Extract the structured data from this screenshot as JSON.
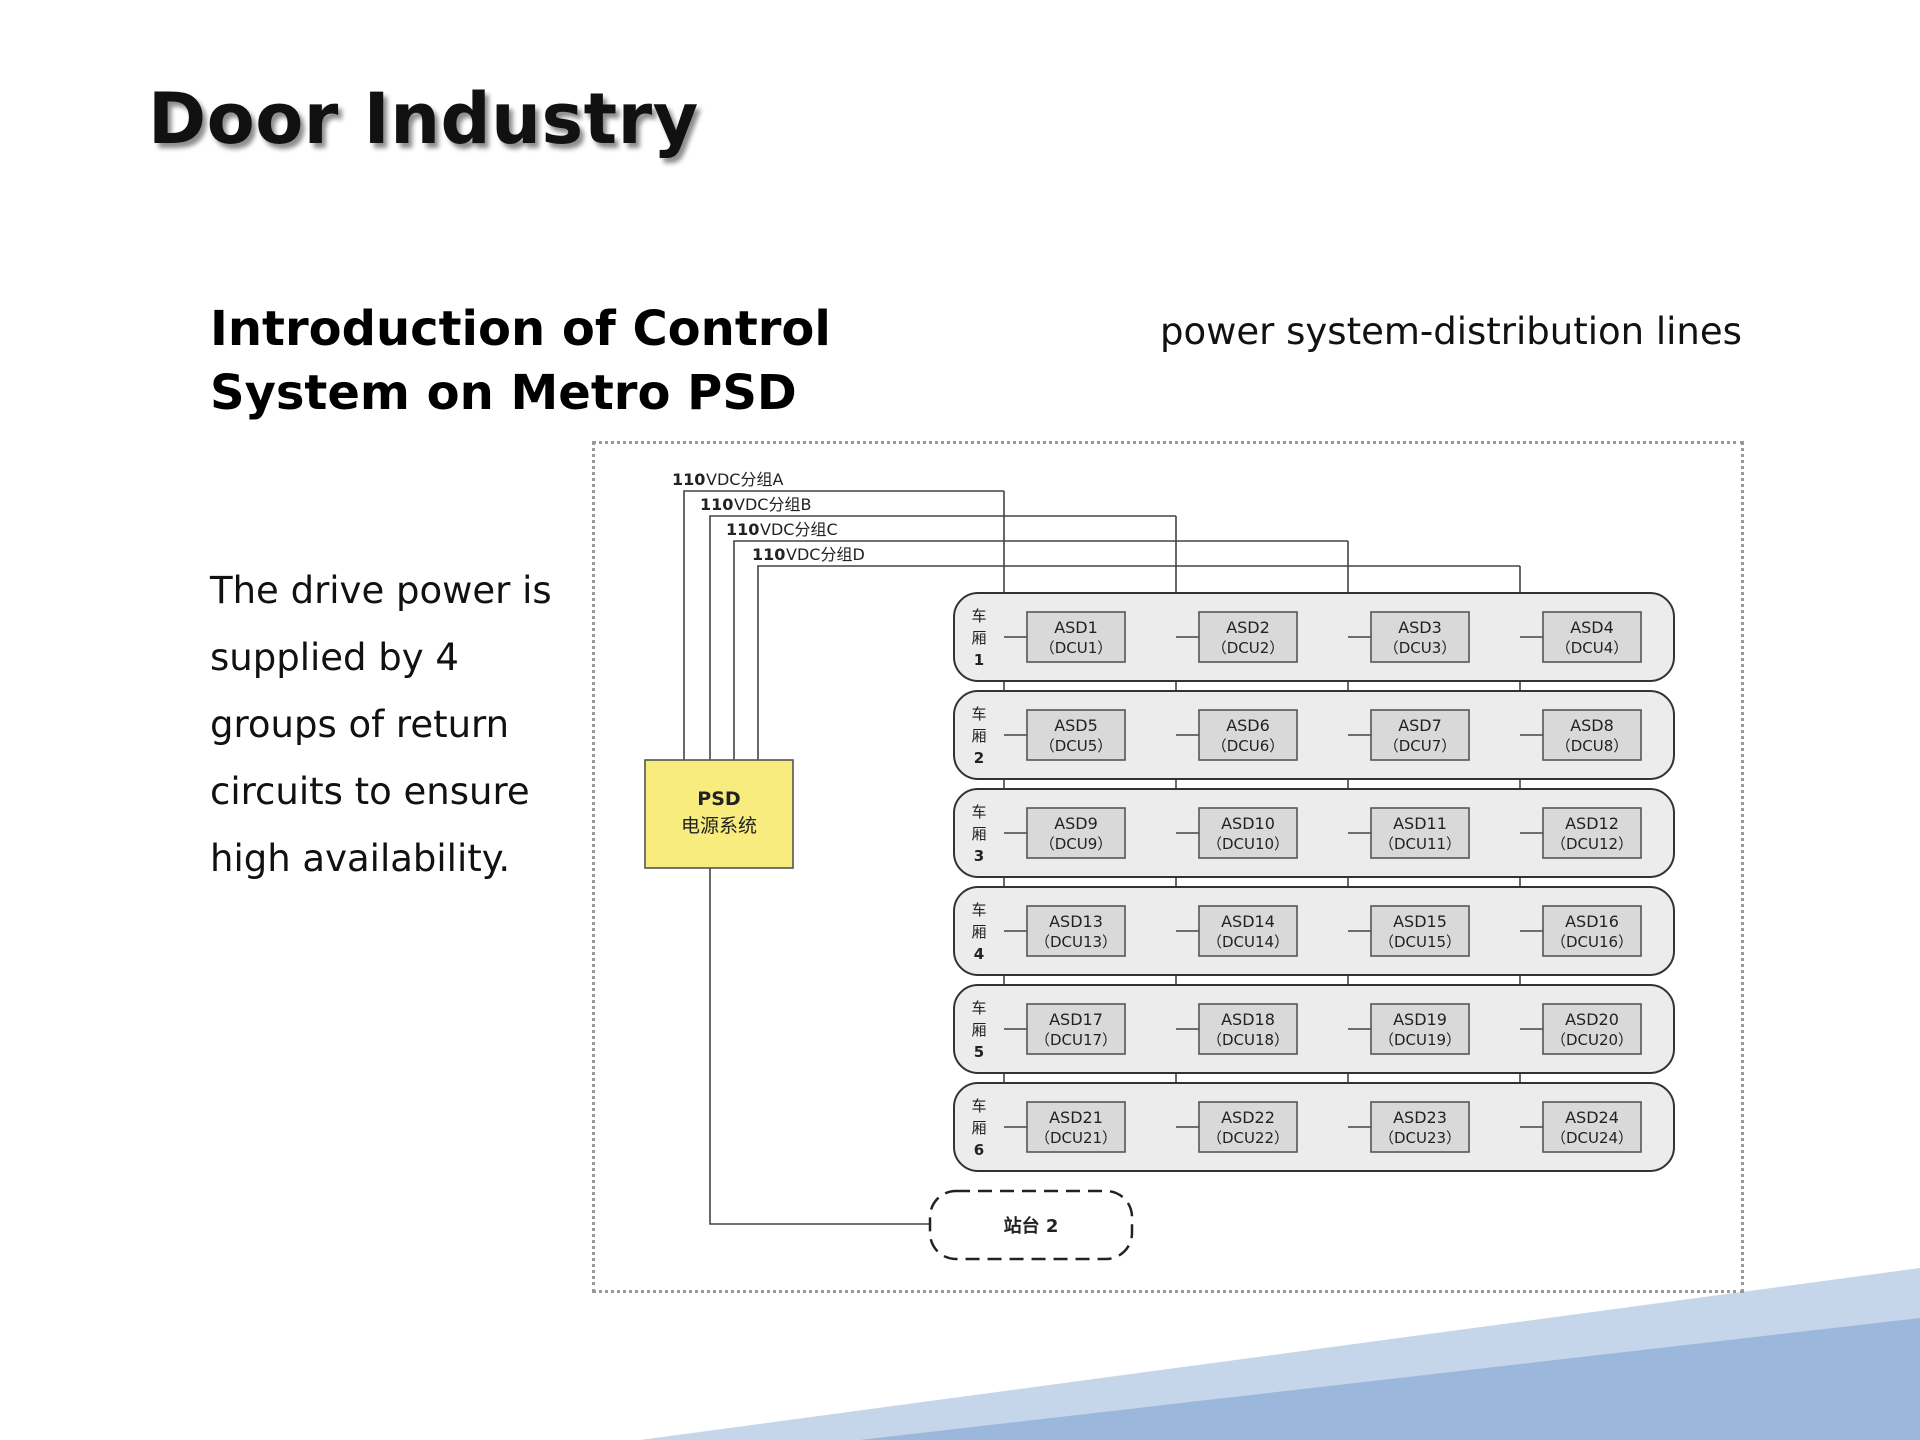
{
  "slide": {
    "title": "Door Industry",
    "subtitle": "Introduction of Control System on Metro PSD",
    "side_label": "power system-distribution lines",
    "description": "The drive power is supplied by 4 groups of return circuits to ensure high availability."
  },
  "diagram": {
    "feeds": [
      {
        "num": "110",
        "label": "VDC分组A"
      },
      {
        "num": "110",
        "label": "VDC分组B"
      },
      {
        "num": "110",
        "label": "VDC分组C"
      },
      {
        "num": "110",
        "label": "VDC分组D"
      }
    ],
    "psd_box": {
      "line1": "PSD",
      "line2": "电源系统"
    },
    "car_label_chars": [
      "车",
      "厢"
    ],
    "cars": [
      {
        "num": "1",
        "units": [
          [
            "ASD1",
            "（DCU1）"
          ],
          [
            "ASD2",
            "（DCU2）"
          ],
          [
            "ASD3",
            "（DCU3）"
          ],
          [
            "ASD4",
            "（DCU4）"
          ]
        ]
      },
      {
        "num": "2",
        "units": [
          [
            "ASD5",
            "（DCU5）"
          ],
          [
            "ASD6",
            "（DCU6）"
          ],
          [
            "ASD7",
            "（DCU7）"
          ],
          [
            "ASD8",
            "（DCU8）"
          ]
        ]
      },
      {
        "num": "3",
        "units": [
          [
            "ASD9",
            "（DCU9）"
          ],
          [
            "ASD10",
            "（DCU10）"
          ],
          [
            "ASD11",
            "（DCU11）"
          ],
          [
            "ASD12",
            "（DCU12）"
          ]
        ]
      },
      {
        "num": "4",
        "units": [
          [
            "ASD13",
            "（DCU13）"
          ],
          [
            "ASD14",
            "（DCU14）"
          ],
          [
            "ASD15",
            "（DCU15）"
          ],
          [
            "ASD16",
            "（DCU16）"
          ]
        ]
      },
      {
        "num": "5",
        "units": [
          [
            "ASD17",
            "（DCU17）"
          ],
          [
            "ASD18",
            "（DCU18）"
          ],
          [
            "ASD19",
            "（DCU19）"
          ],
          [
            "ASD20",
            "（DCU20）"
          ]
        ]
      },
      {
        "num": "6",
        "units": [
          [
            "ASD21",
            "（DCU21）"
          ],
          [
            "ASD22",
            "（DCU22）"
          ],
          [
            "ASD23",
            "（DCU23）"
          ],
          [
            "ASD24",
            "（DCU24）"
          ]
        ]
      }
    ],
    "platform_label": "站台 2"
  },
  "colors": {
    "psd_fill": "#f8ec7e",
    "car_fill": "#ececec",
    "unit_fill": "#d9d9d9",
    "line": "#444444",
    "wedge_light": "#c5d5ea",
    "wedge_dark": "#9bb7dc"
  }
}
